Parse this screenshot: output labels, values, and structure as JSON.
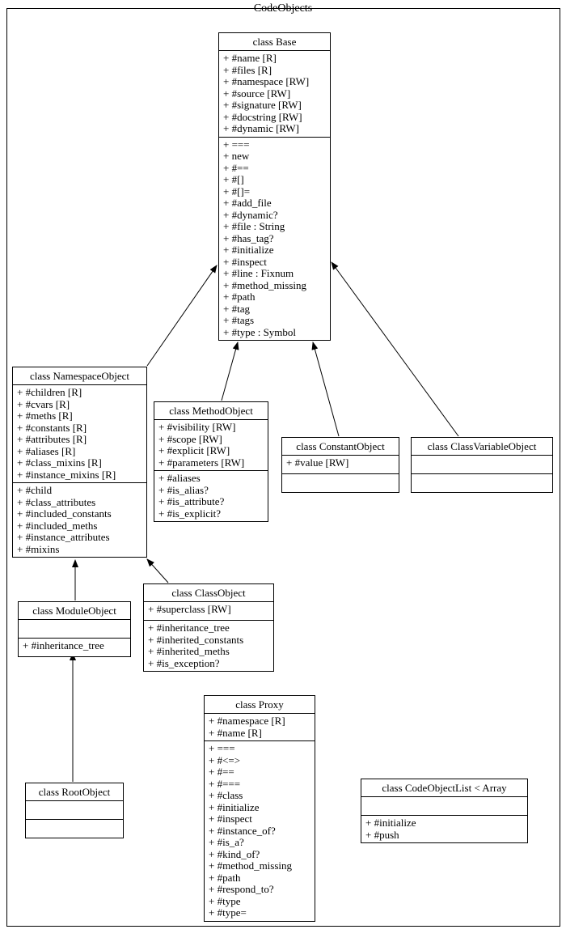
{
  "diagram": {
    "title": "CodeObjects"
  },
  "classes": {
    "Base": {
      "title": "class Base",
      "attributes": [
        "+ #name [R]",
        "+ #files [R]",
        "+ #namespace [RW]",
        "+ #source [RW]",
        "+ #signature [RW]",
        "+ #docstring [RW]",
        "+ #dynamic [RW]"
      ],
      "methods": [
        "+ ===",
        "+ new",
        "+ #==",
        "+ #[]",
        "+ #[]=",
        "+ #add_file",
        "+ #dynamic?",
        "+ #file : String",
        "+ #has_tag?",
        "+ #initialize",
        "+ #inspect",
        "+ #line : Fixnum",
        "+ #method_missing",
        "+ #path",
        "+ #tag",
        "+ #tags",
        "+ #type : Symbol"
      ]
    },
    "NamespaceObject": {
      "title": "class NamespaceObject",
      "attributes": [
        "+ #children [R]",
        "+ #cvars [R]",
        "+ #meths [R]",
        "+ #constants [R]",
        "+ #attributes [R]",
        "+ #aliases [R]",
        "+ #class_mixins [R]",
        "+ #instance_mixins [R]"
      ],
      "methods": [
        "+ #child",
        "+ #class_attributes",
        "+ #included_constants",
        "+ #included_meths",
        "+ #instance_attributes",
        "+ #mixins"
      ]
    },
    "MethodObject": {
      "title": "class MethodObject",
      "attributes": [
        "+ #visibility [RW]",
        "+ #scope [RW]",
        "+ #explicit [RW]",
        "+ #parameters [RW]"
      ],
      "methods": [
        "+ #aliases",
        "+ #is_alias?",
        "+ #is_attribute?",
        "+ #is_explicit?"
      ]
    },
    "ConstantObject": {
      "title": "class ConstantObject",
      "attributes": [
        "+ #value [RW]"
      ],
      "methods": []
    },
    "ClassVariableObject": {
      "title": "class ClassVariableObject",
      "attributes": [],
      "methods": []
    },
    "ModuleObject": {
      "title": "class ModuleObject",
      "attributes": [],
      "methods": [
        "+ #inheritance_tree"
      ]
    },
    "ClassObject": {
      "title": "class ClassObject",
      "attributes": [
        "+ #superclass [RW]"
      ],
      "methods": [
        "+ #inheritance_tree",
        "+ #inherited_constants",
        "+ #inherited_meths",
        "+ #is_exception?"
      ]
    },
    "RootObject": {
      "title": "class RootObject",
      "attributes": [],
      "methods": []
    },
    "Proxy": {
      "title": "class Proxy",
      "attributes": [
        "+ #namespace [R]",
        "+ #name [R]"
      ],
      "methods": [
        "+ ===",
        "+ #<=>",
        "+ #==",
        "+ #===",
        "+ #class",
        "+ #initialize",
        "+ #inspect",
        "+ #instance_of?",
        "+ #is_a?",
        "+ #kind_of?",
        "+ #method_missing",
        "+ #path",
        "+ #respond_to?",
        "+ #type",
        "+ #type="
      ]
    },
    "CodeObjectList": {
      "title": "class CodeObjectList < Array",
      "attributes": [],
      "methods": [
        "+ #initialize",
        "+ #push"
      ]
    }
  },
  "inheritance": [
    {
      "child": "NamespaceObject",
      "parent": "Base"
    },
    {
      "child": "MethodObject",
      "parent": "Base"
    },
    {
      "child": "ConstantObject",
      "parent": "Base"
    },
    {
      "child": "ClassVariableObject",
      "parent": "Base"
    },
    {
      "child": "ModuleObject",
      "parent": "NamespaceObject"
    },
    {
      "child": "ClassObject",
      "parent": "NamespaceObject"
    },
    {
      "child": "RootObject",
      "parent": "ModuleObject"
    }
  ]
}
